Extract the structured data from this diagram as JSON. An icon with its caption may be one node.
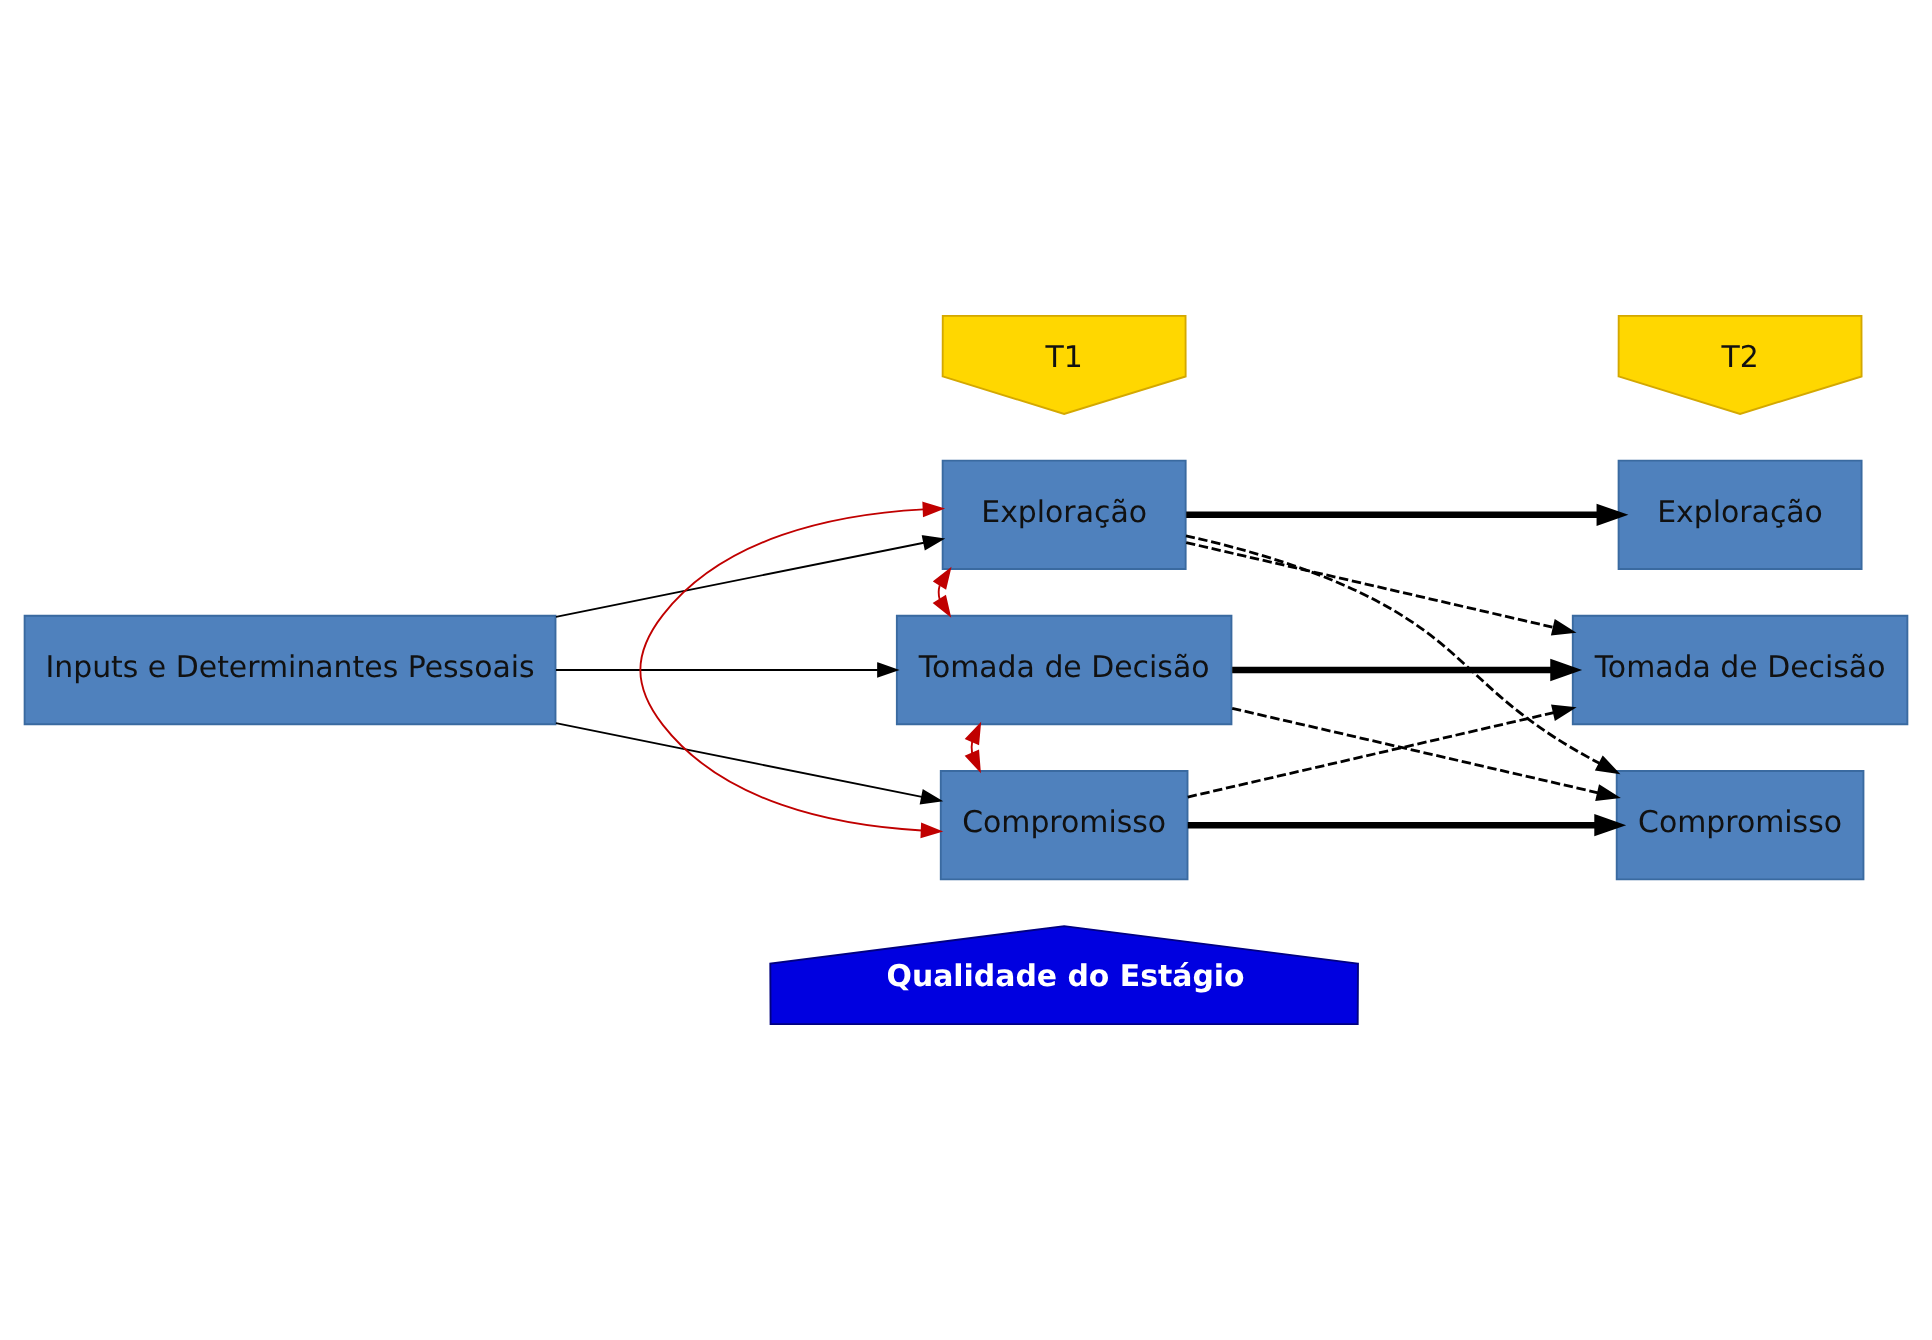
{
  "diagram": {
    "nodes": [
      {
        "text": [
          "Inputs e Determinantes Pessoais"
        ]
      },
      {
        "text": [
          "T1"
        ]
      },
      {
        "text": [
          "T2"
        ]
      },
      {
        "text": [
          "Exploração"
        ]
      },
      {
        "text": [
          "Tomada de Decisão"
        ]
      },
      {
        "text": [
          "Compromisso"
        ]
      },
      {
        "text": [
          "Exploração"
        ]
      },
      {
        "text": [
          "Tomada de Decisão"
        ]
      },
      {
        "text": [
          "Compromisso"
        ]
      },
      {
        "text": [
          "Qualidade do Estágio"
        ]
      }
    ],
    "edges": [
      {
        "from": 0,
        "to": 3,
        "arrow": "to"
      },
      {
        "from": 0,
        "to": 4,
        "arrow": "to"
      },
      {
        "from": 0,
        "to": 5,
        "arrow": "to"
      },
      {
        "from": 3,
        "to": 4,
        "arrow": "both",
        "color": "#c00000"
      },
      {
        "from": 4,
        "to": 5,
        "arrow": "both",
        "color": "#c00000"
      },
      {
        "from": 3,
        "to": 5,
        "arrow": "both",
        "color": "#c00000"
      },
      {
        "from": 3,
        "to": 6,
        "arrow": "to",
        "style": "thick"
      },
      {
        "from": 3,
        "to": 7,
        "arrow": "to",
        "style": "dashed"
      },
      {
        "from": 3,
        "to": 8,
        "arrow": "to",
        "style": "dashed"
      },
      {
        "from": 4,
        "to": 7,
        "arrow": "to",
        "style": "thick"
      },
      {
        "from": 4,
        "to": 8,
        "arrow": "to",
        "style": "dashed"
      },
      {
        "from": 5,
        "to": 7,
        "arrow": "to",
        "style": "dashed"
      },
      {
        "from": 5,
        "to": 8,
        "arrow": "to",
        "style": "thick"
      }
    ]
  }
}
